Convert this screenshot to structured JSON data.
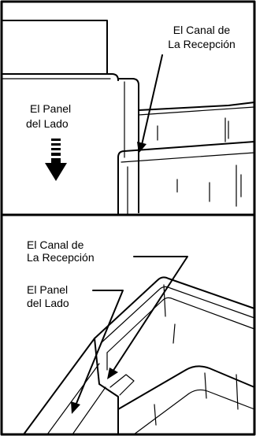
{
  "top_panel": {
    "label_channel_line1": "El Canal de",
    "label_channel_line2": "La Recepción",
    "label_side_line1": "El Panel",
    "label_side_line2": "del Lado"
  },
  "bottom_panel": {
    "label_channel_line1": "El Canal de",
    "label_channel_line2": "La Recepción",
    "label_side_line1": "El Panel",
    "label_side_line2": "del Lado"
  }
}
